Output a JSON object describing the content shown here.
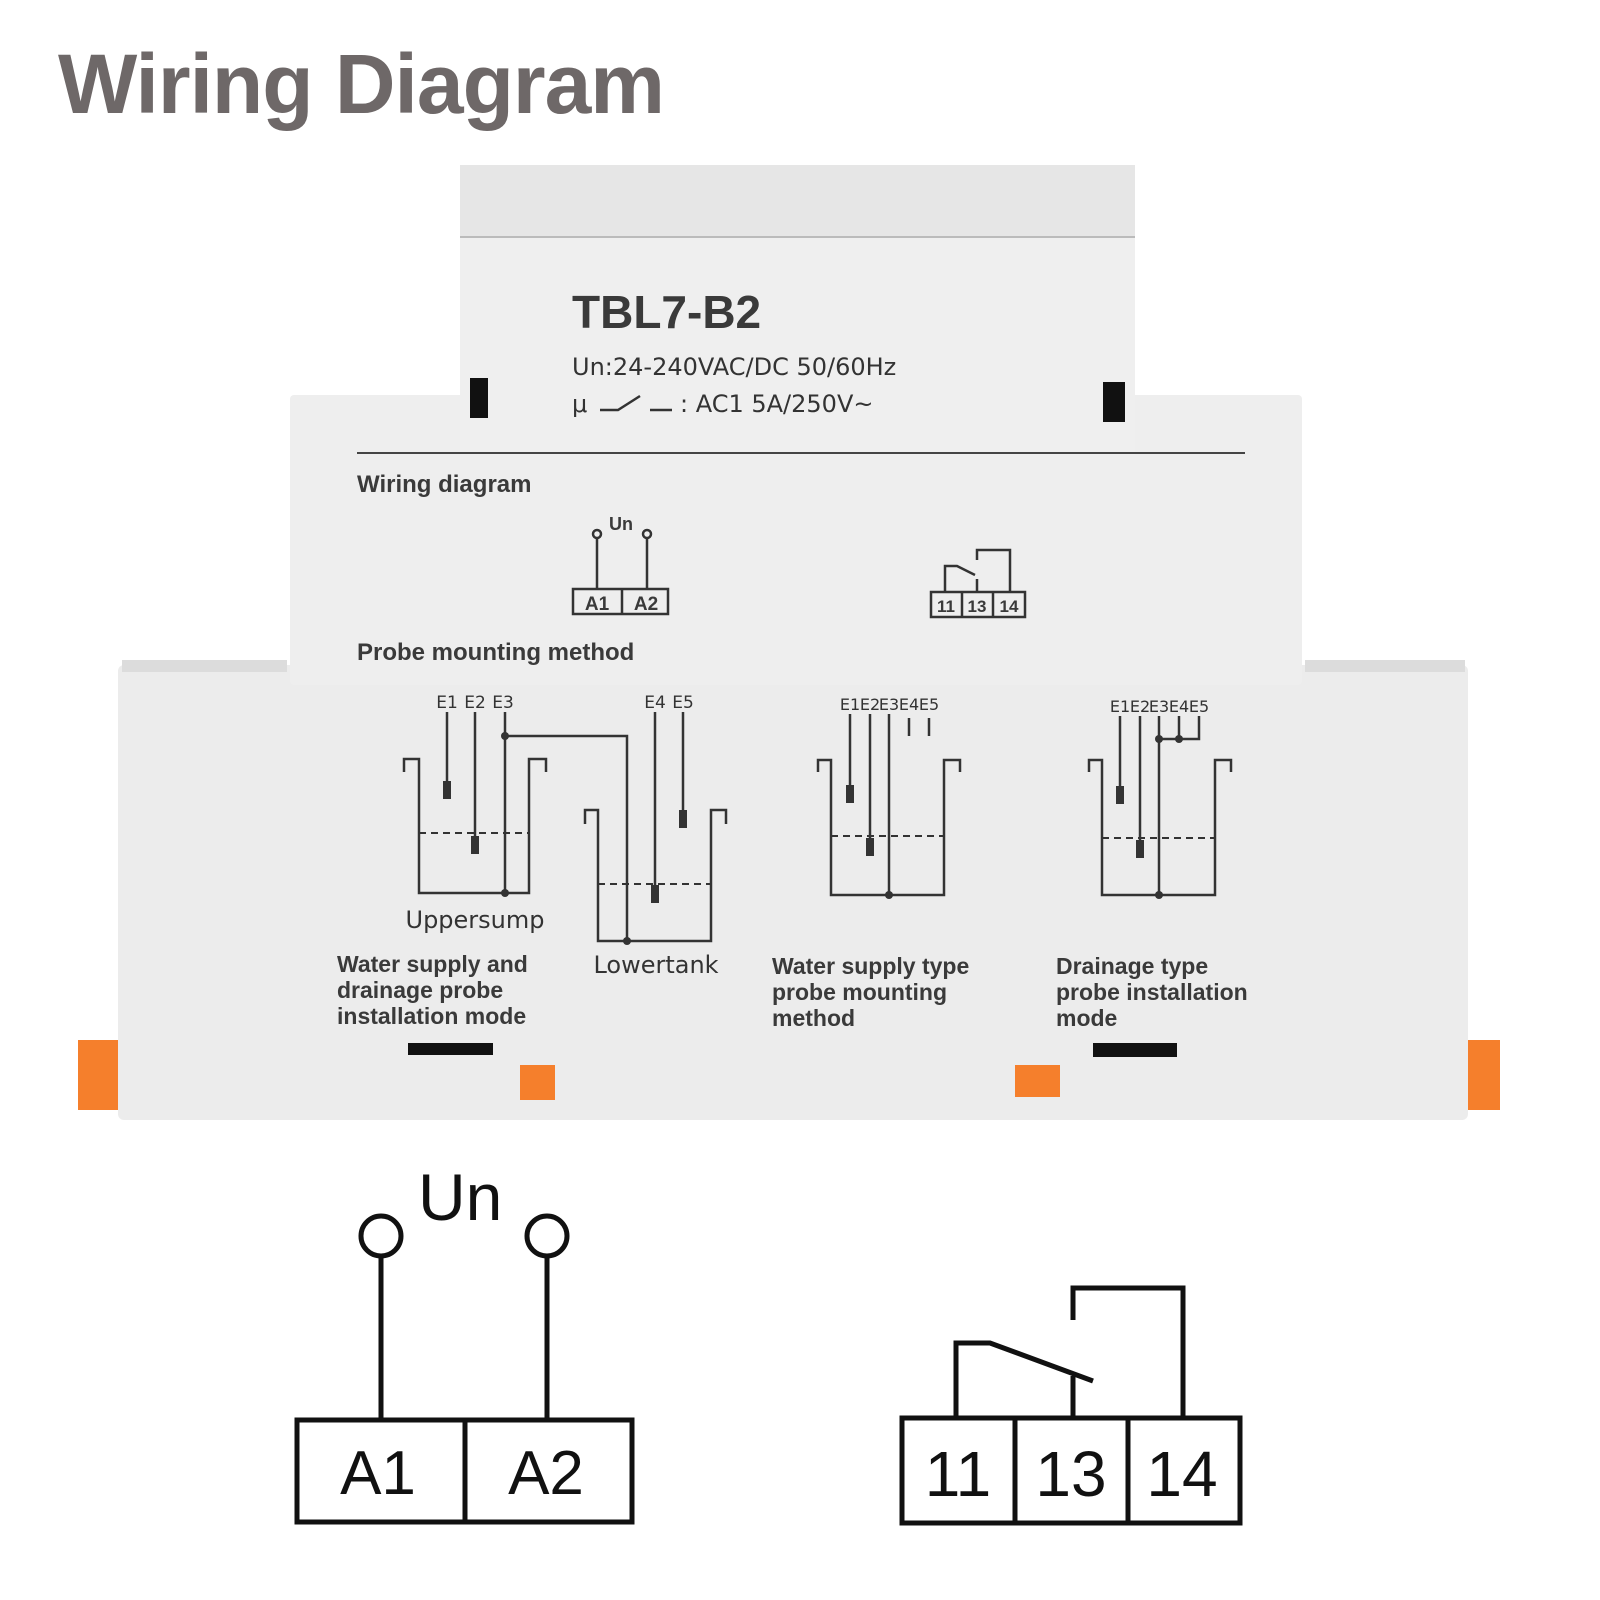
{
  "title": "Wiring Diagram",
  "device": {
    "model": "TBL7-B2",
    "supply_spec": "Un:24-240VAC/DC 50/60Hz",
    "contact_prefix": "μ",
    "contact_spec": ": AC1 5A/250V~",
    "section_wiring": "Wiring diagram",
    "section_probe": "Probe mounting method",
    "small_un": "Un",
    "small_terminals_power": [
      "A1",
      "A2"
    ],
    "small_terminals_relay": [
      "11",
      "13",
      "14"
    ],
    "probes_a": [
      "E1",
      "E2",
      "E3",
      "E4",
      "E5"
    ],
    "upper_sump": "Uppersump",
    "lower_tank": "Lowertank",
    "caption_1": [
      "Water supply and",
      "drainage probe",
      "installation mode"
    ],
    "caption_2": [
      "Water supply type",
      "probe mounting",
      "method"
    ],
    "caption_3": [
      "Drainage type",
      "probe installation",
      "mode"
    ],
    "colors": {
      "housing": "#ededed",
      "clip": "#f57f2c",
      "title": "#6e6868"
    }
  },
  "diagram": {
    "un_label": "Un",
    "power_terminals": [
      "A1",
      "A2"
    ],
    "relay_terminals": [
      "11",
      "13",
      "14"
    ]
  }
}
